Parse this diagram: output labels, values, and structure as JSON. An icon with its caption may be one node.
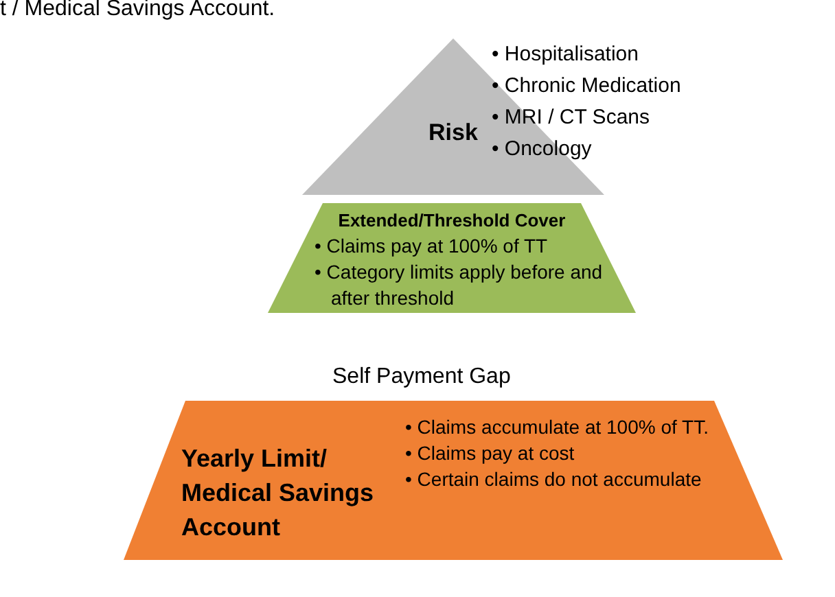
{
  "diagram": {
    "nodes": [
      {
        "text": [
          "Risk",
          "• Hospitalisation",
          "• Chronic Medication",
          "• MRI / CT Scans",
          "• Oncology"
        ]
      },
      {
        "text": [
          "Extended/Threshold Cover",
          "• Claims pay at 100% of TT",
          "• Category limits apply before and after threshold"
        ]
      },
      {
        "text": [
          "Yearly Limit/ Medical Savings Account",
          "• Claims accumulate at 100% of TT.",
          "• Claims pay at cost",
          "• Certain claims do not accumulate"
        ]
      }
    ],
    "labels": [
      "t / Medical Savings Account.",
      "Self Payment Gap"
    ]
  }
}
